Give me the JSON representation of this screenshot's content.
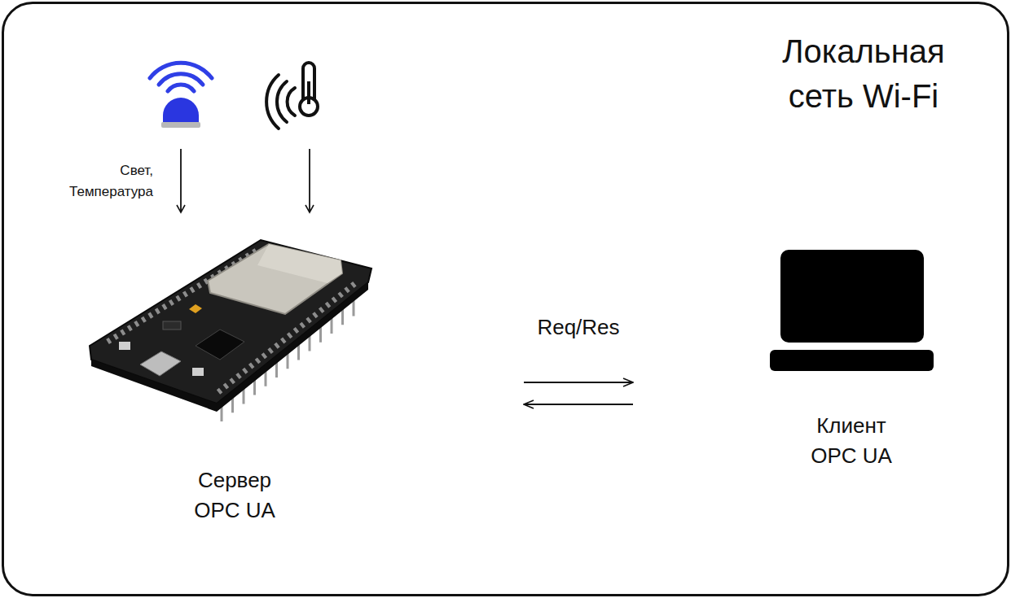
{
  "diagram": {
    "nodes": [
      {
        "text": [
          "Локальная сеть Wi-Fi"
        ]
      },
      {
        "text": [
          "Сервер OPC UA"
        ],
        "in": 0
      },
      {
        "text": [
          "Клиент OPC UA"
        ],
        "in": 0
      }
    ],
    "edges": [
      {
        "from": 1,
        "to": 2,
        "arrow": "to",
        "label": "Req/Res"
      },
      {
        "from": 2,
        "to": 1,
        "arrow": "to"
      }
    ],
    "labels": [
      "Свет, Температура"
    ]
  }
}
